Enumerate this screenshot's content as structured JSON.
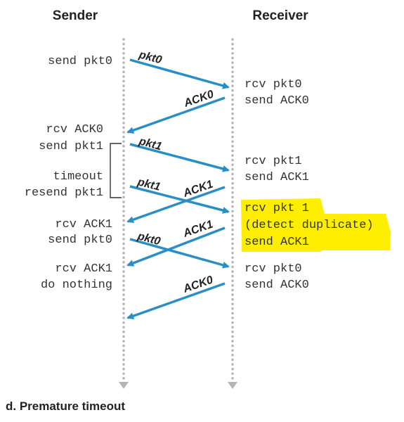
{
  "headers": {
    "sender": "Sender",
    "receiver": "Receiver"
  },
  "sender_events": [
    "send pkt0",
    "rcv ACK0",
    "send pkt1",
    "timeout",
    "resend pkt1",
    "rcv ACK1",
    "send pkt0",
    "rcv ACK1",
    "do nothing"
  ],
  "receiver_events": [
    "rcv pkt0",
    "send ACK0",
    "rcv pkt1",
    "send ACK1",
    "rcv pkt 1",
    "(detect duplicate)",
    "send ACK1",
    "rcv pkt0",
    "send ACK0"
  ],
  "message_labels": [
    "pkt0",
    "ACK0",
    "pkt1",
    "pkt1",
    "ACK1",
    "ACK1",
    "pkt0",
    "ACK0"
  ],
  "caption": "d. Premature timeout",
  "colors": {
    "arrow": "#2a8ec6",
    "timeline": "#b4b4b4",
    "highlight": "#ffee00"
  }
}
